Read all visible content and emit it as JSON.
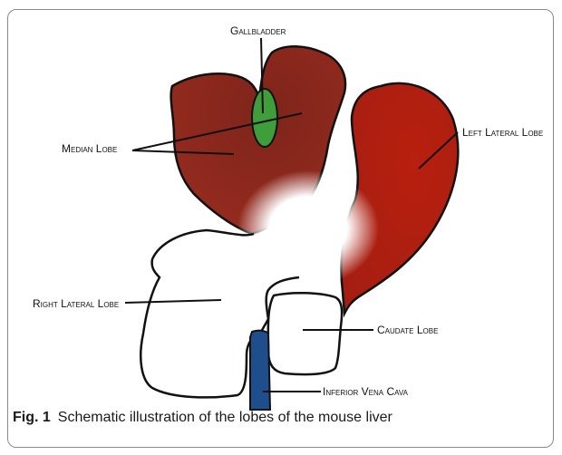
{
  "labels": {
    "gallbladder": "Gallbladder",
    "median_lobe": "Median Lobe",
    "left_lateral_lobe": "Left Lateral Lobe",
    "right_lateral_lobe": "Right Lateral Lobe",
    "caudate_lobe": "Caudate Lobe",
    "inferior_vena_cava": "Inferior Vena Cava"
  },
  "caption": {
    "figure_label": "Fig. 1",
    "text": "Schematic illustration of the lobes of the mouse liver"
  },
  "colors": {
    "median_lobe": "#8f2a1e",
    "left_lateral_lobe": "#b0200f",
    "gallbladder": "#3f9e3a",
    "vena_cava": "#1f4e8c",
    "outline": "#111111"
  }
}
